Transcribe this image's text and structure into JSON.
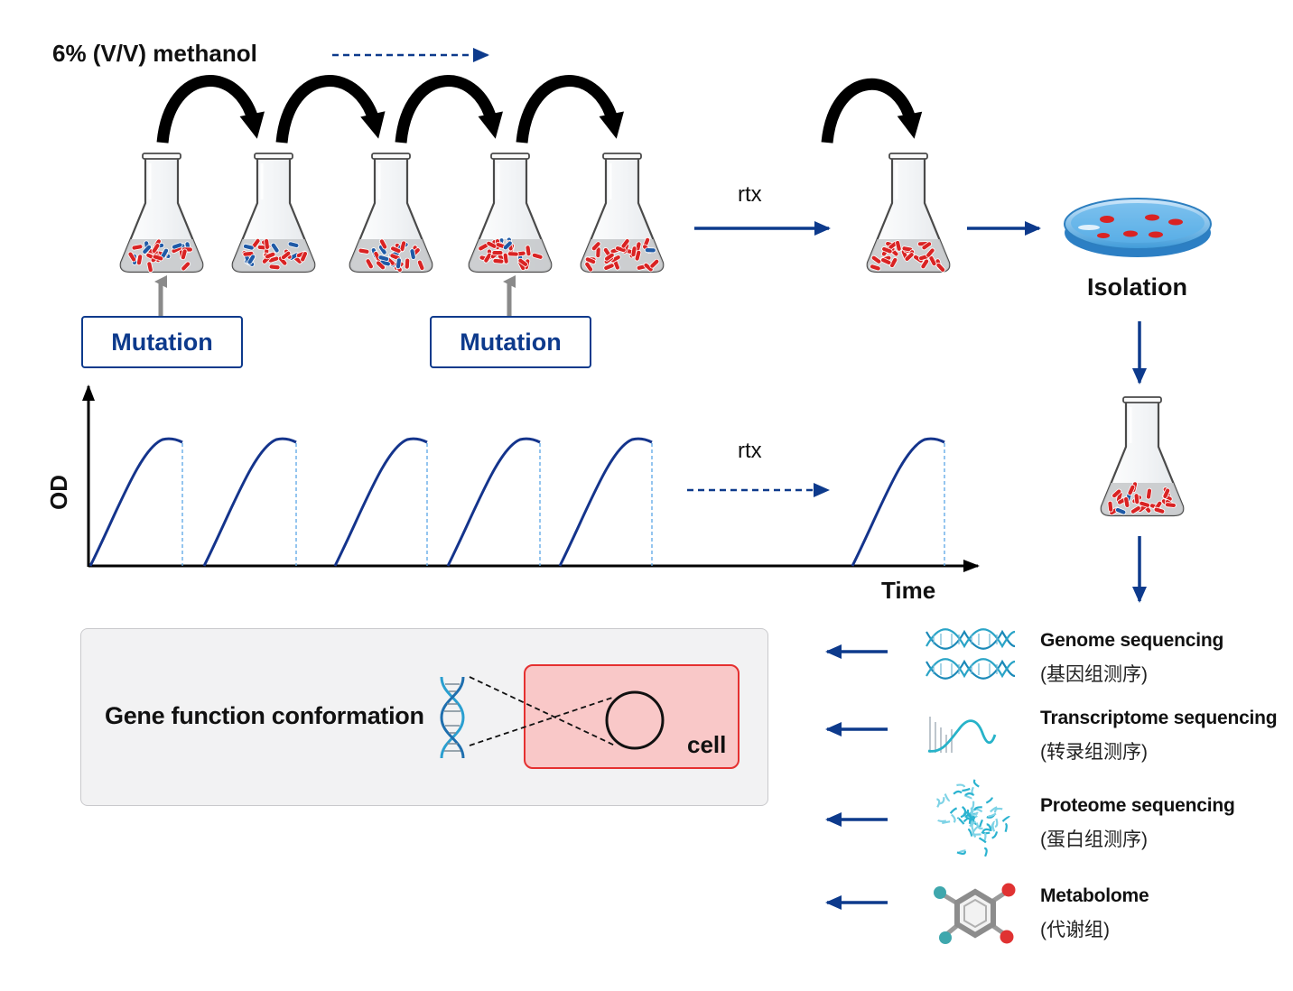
{
  "header": {
    "condition_label": "6% (V/V) methanol"
  },
  "flasks": {
    "transfer_label_top": "rtx",
    "mutation_labels": [
      "Mutation",
      "Mutation"
    ]
  },
  "isolation": {
    "label": "Isolation"
  },
  "growth_plot": {
    "y_axis_label": "OD",
    "x_axis_label": "Time",
    "transfer_label": "rtx"
  },
  "gene_panel": {
    "title": "Gene function conformation",
    "cell_label": "cell"
  },
  "omics": [
    {
      "title": "Genome sequencing",
      "subtitle": "(基因组测序)",
      "icon": "dna-helix-icon"
    },
    {
      "title": "Transcriptome sequencing",
      "subtitle": "(转录组测序)",
      "icon": "transcript-wave-icon"
    },
    {
      "title": "Proteome sequencing",
      "subtitle": "(蛋白组测序)",
      "icon": "protein-structure-icon"
    },
    {
      "title": "Metabolome",
      "subtitle": "(代谢组)",
      "icon": "molecule-icon"
    }
  ],
  "colors": {
    "arrow_blue": "#0d3a8c",
    "curve_blue": "#14348c",
    "cell_red": "#e53030",
    "cell_fill": "#f9c8c8",
    "bacteria_red": "#d92323",
    "bacteria_blue": "#1f5aa6"
  }
}
